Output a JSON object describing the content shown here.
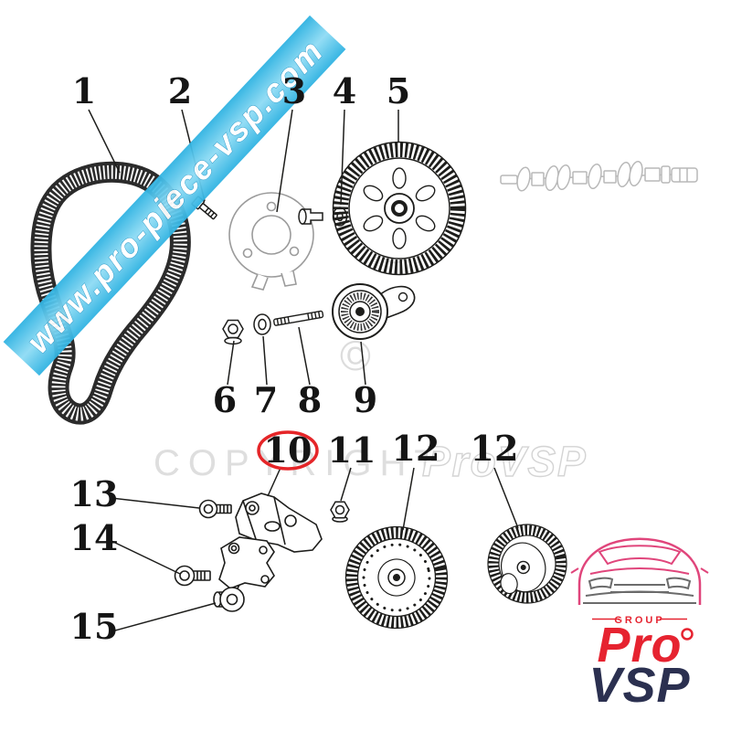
{
  "watermarks": {
    "banner_text": "www.pro-piece-vsp.com",
    "copyright_text": "COPYRIGHT",
    "copyright_brand": "ProVSP",
    "copyright_symbol": "©"
  },
  "brand": {
    "group_label": "GROUP",
    "name_top": "Pro",
    "name_bottom": "VSP"
  },
  "colors": {
    "banner_blue": "#3fbce6",
    "highlight_red": "#e52528",
    "brand_red": "#e62330",
    "brand_navy": "#2b3050",
    "car_pink": "#e0457b",
    "drawing_black": "#1d1d1b",
    "drawing_gray": "#b8b8b8",
    "watermark_gray": "#dddddd"
  },
  "part_labels": [
    "1",
    "2",
    "3",
    "4",
    "5",
    "6",
    "7",
    "8",
    "9",
    "10",
    "11",
    "12",
    "12",
    "13",
    "14",
    "15"
  ]
}
